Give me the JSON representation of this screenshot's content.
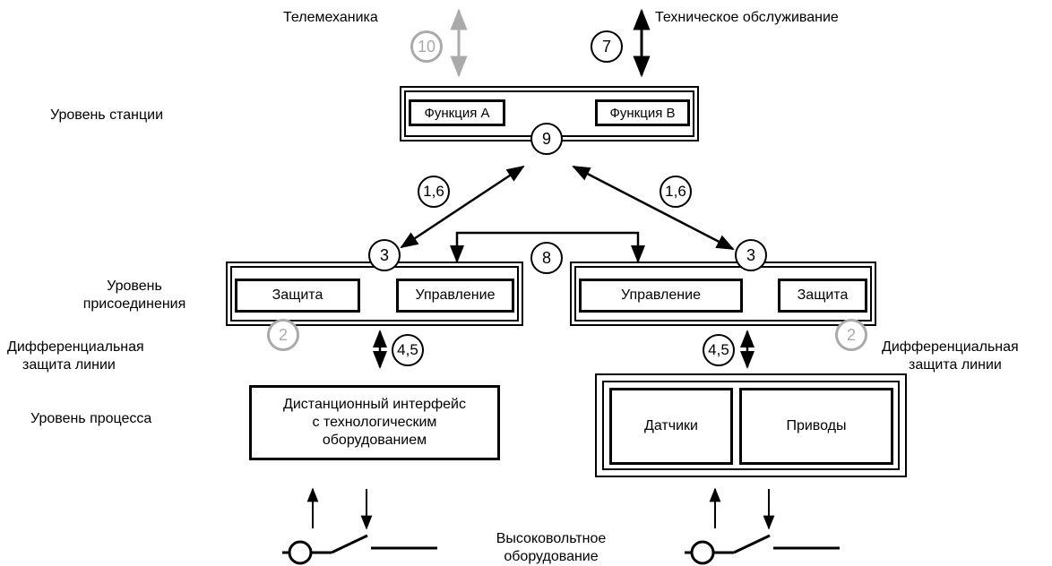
{
  "labels": {
    "telemechanics": "Телемеханика",
    "maintenance": "Техническое обслуживание",
    "station_level": "Уровень станции",
    "bay_level_1": "Уровень",
    "bay_level_2": "присоединения",
    "diff_prot_left_1": "Дифференциальная",
    "diff_prot_left_2": "защита линии",
    "diff_prot_right_1": "Дифференциальная",
    "diff_prot_right_2": "защита линии",
    "process_level": "Уровень процесса",
    "hv_equipment_1": "Высоковольтное",
    "hv_equipment_2": "оборудование"
  },
  "boxes": {
    "function_a": "Функция А",
    "function_b": "Функция В",
    "left_protection": "Защита",
    "left_control": "Управление",
    "right_control": "Управление",
    "right_protection": "Защита",
    "remote_interface_1": "Дистанционный интерфейс",
    "remote_interface_2": "с технологическим",
    "remote_interface_3": "оборудованием",
    "sensors": "Датчики",
    "actuators": "Приводы"
  },
  "markers": {
    "m10": "10",
    "m7": "7",
    "m9": "9",
    "m16_left": "1,6",
    "m16_right": "1,6",
    "m3_left": "3",
    "m3_right": "3",
    "m8": "8",
    "m2_left": "2",
    "m2_right": "2",
    "m45_left": "4,5",
    "m45_right": "4,5"
  },
  "colors": {
    "line": "#000000",
    "gray": "#aaaaaa"
  }
}
